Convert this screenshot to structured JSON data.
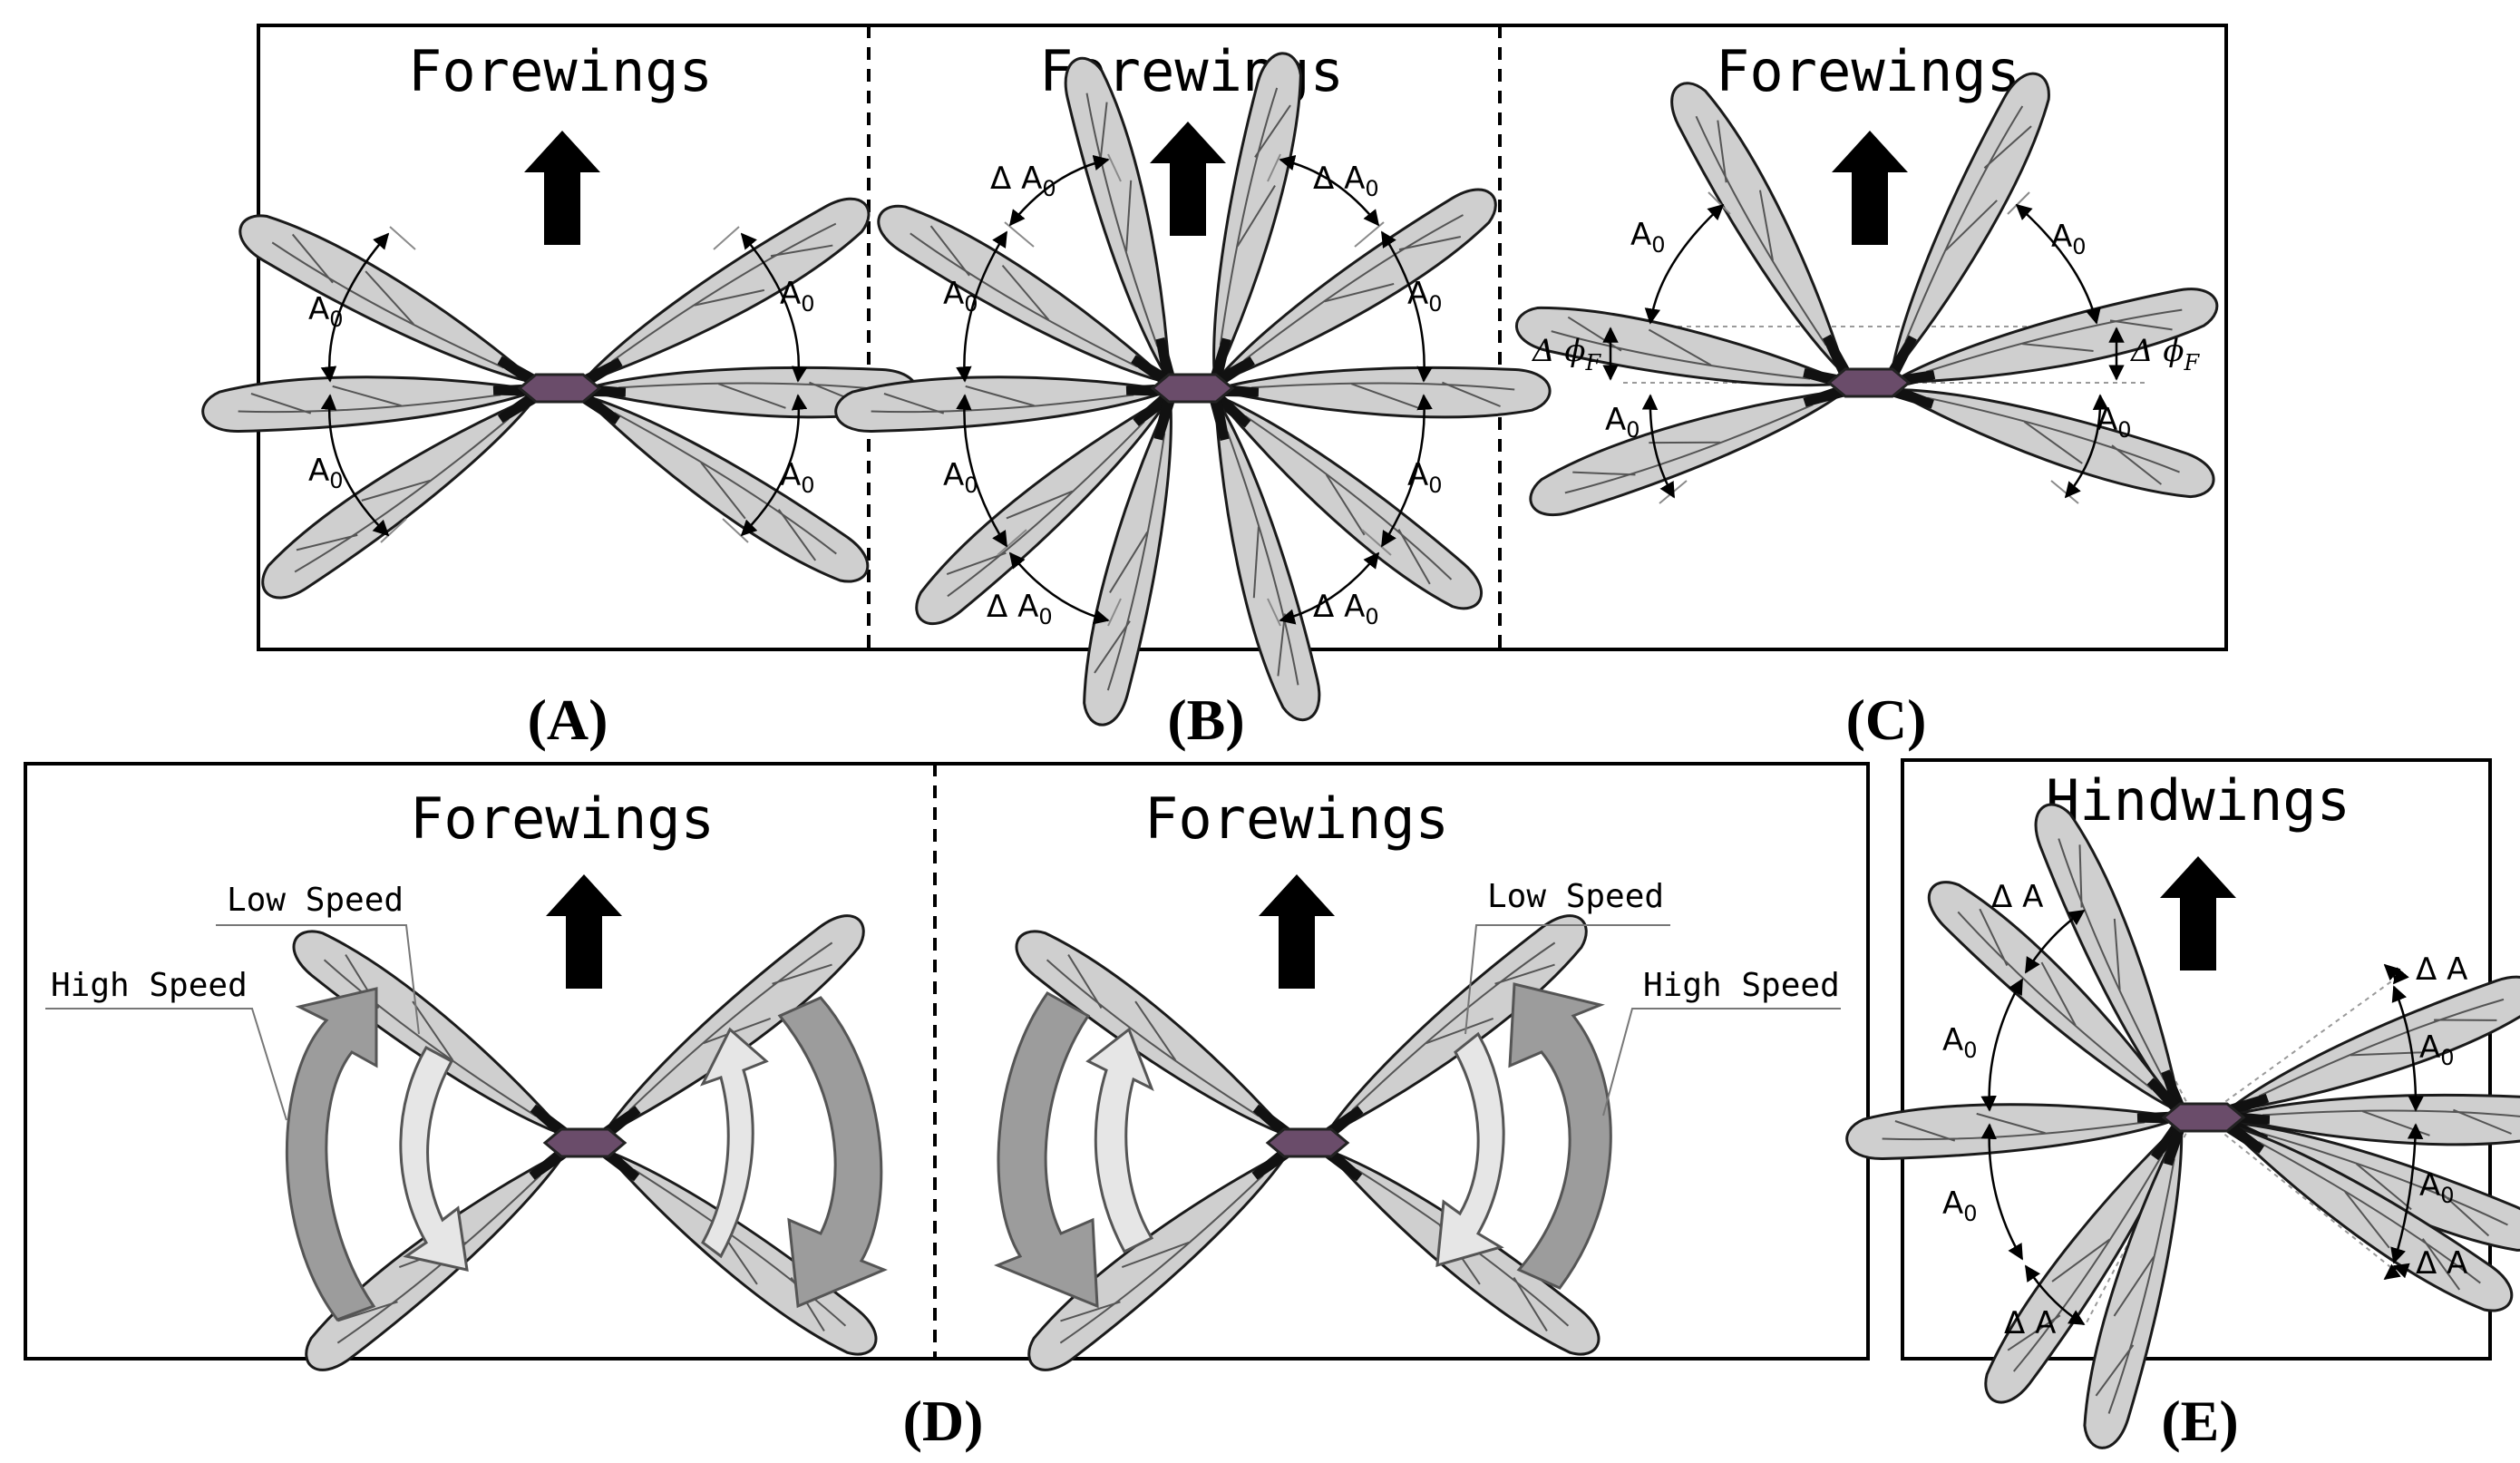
{
  "panels": {
    "A": {
      "title": "Forewings",
      "caption": "(A)",
      "labels": {
        "a0_upper_left": "A",
        "a0_lower_left": "A",
        "a0_upper_right": "A",
        "a0_lower_right": "A",
        "sub": "0"
      }
    },
    "B": {
      "title": "Forewings",
      "caption": "(B)",
      "labels": {
        "a0": "A",
        "delta_a0": "Δ A",
        "sub": "0"
      }
    },
    "C": {
      "title": "Forewings",
      "caption": "(C)",
      "labels": {
        "a0": "A",
        "sub": "0",
        "delta_phi": "Δ ϕ",
        "phi_sub": "F"
      }
    },
    "D": {
      "caption": "(D)",
      "left": {
        "title": "Forewings",
        "low_speed": "Low Speed",
        "high_speed": "High Speed"
      },
      "right": {
        "title": "Forewings",
        "low_speed": "Low Speed",
        "high_speed": "High Speed"
      }
    },
    "E": {
      "title": "Hindwings",
      "caption": "(E)",
      "labels": {
        "a0": "A",
        "sub": "0",
        "delta_a": "Δ A"
      }
    }
  },
  "colors": {
    "wing_fill": "#cfcfcf",
    "body_fill": "#6a4c6a",
    "high_speed_arrow": "#9c9c9c",
    "low_speed_arrow": "#e6e6e6"
  },
  "icons": {
    "direction_arrow": "up-arrow-icon"
  }
}
